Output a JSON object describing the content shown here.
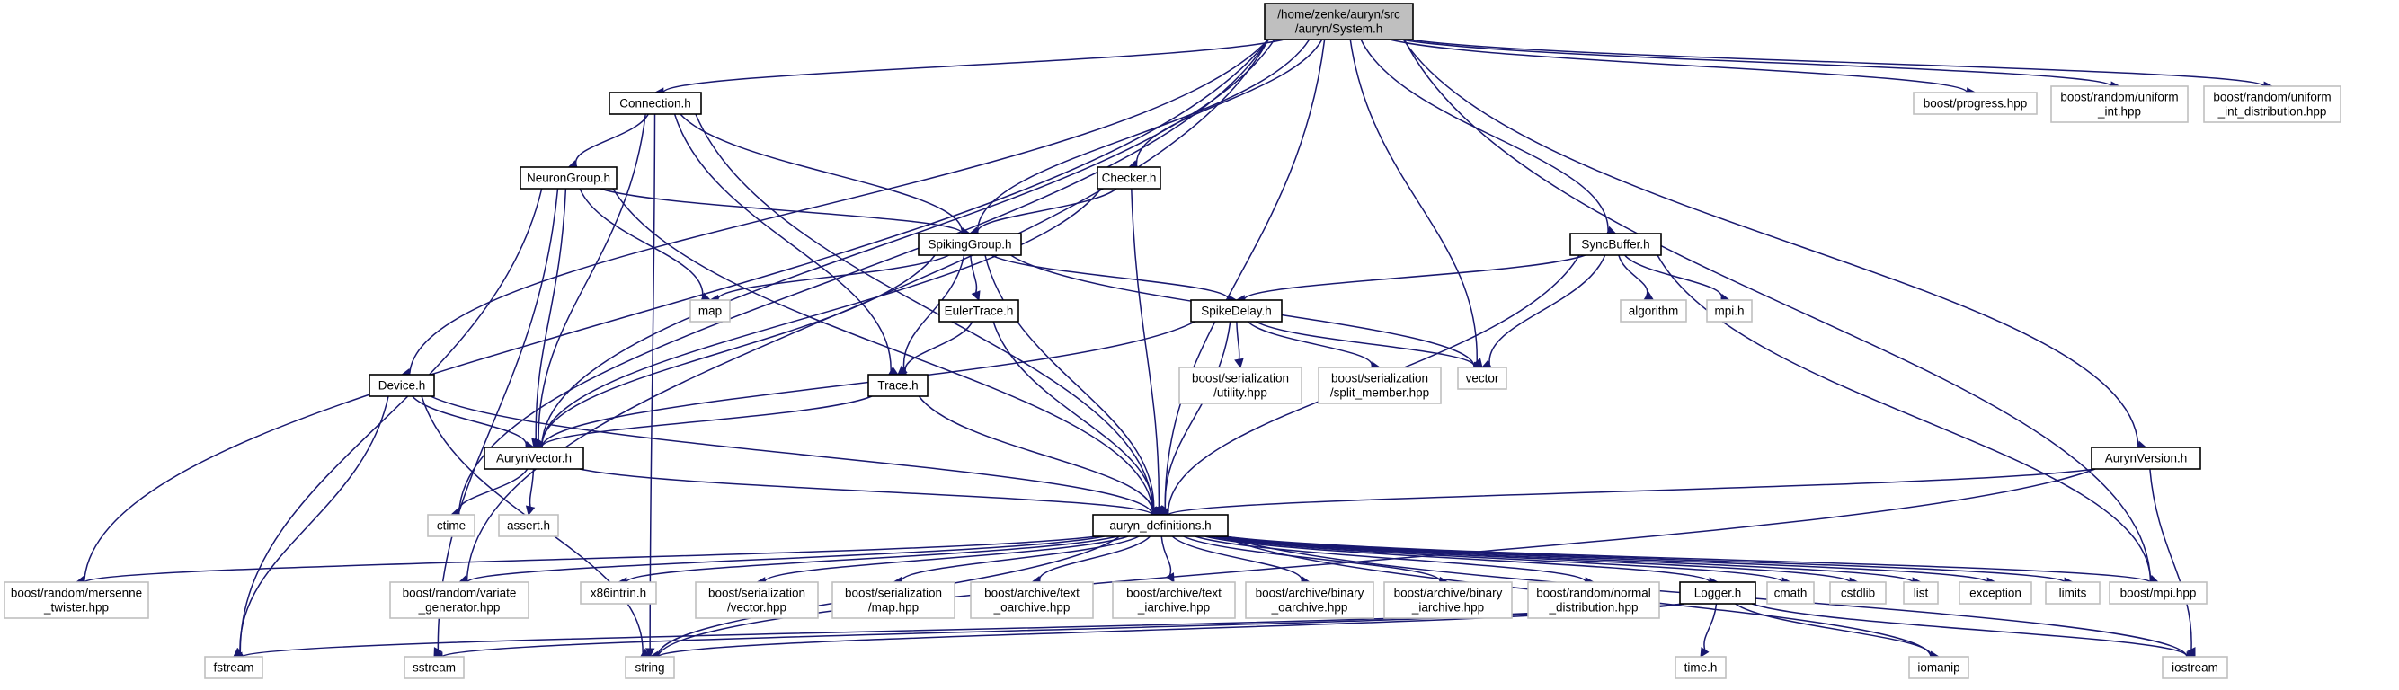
{
  "colors": {
    "edge": "#191970",
    "root_fill": "#bfbfbf",
    "root_stroke": "#000000",
    "node_stroke": "#000000",
    "node_fill": "#ffffff",
    "external_stroke": "#bfbfbf",
    "external_text": "#000000"
  },
  "nodes": [
    {
      "id": "system",
      "kind": "root",
      "lines": [
        "/home/zenke/auryn/src",
        "/auryn/System.h"
      ]
    },
    {
      "id": "connection",
      "kind": "internal",
      "lines": [
        "Connection.h"
      ]
    },
    {
      "id": "neurongroup",
      "kind": "internal",
      "lines": [
        "NeuronGroup.h"
      ]
    },
    {
      "id": "checker",
      "kind": "internal",
      "lines": [
        "Checker.h"
      ]
    },
    {
      "id": "spikinggroup",
      "kind": "internal",
      "lines": [
        "SpikingGroup.h"
      ]
    },
    {
      "id": "synbuffer",
      "kind": "internal",
      "lines": [
        "SyncBuffer.h"
      ]
    },
    {
      "id": "eulertrace",
      "kind": "internal",
      "lines": [
        "EulerTrace.h"
      ]
    },
    {
      "id": "spikedelay",
      "kind": "internal",
      "lines": [
        "SpikeDelay.h"
      ]
    },
    {
      "id": "device",
      "kind": "internal",
      "lines": [
        "Device.h"
      ]
    },
    {
      "id": "trace",
      "kind": "internal",
      "lines": [
        "Trace.h"
      ]
    },
    {
      "id": "aurynvector",
      "kind": "internal",
      "lines": [
        "AurynVector.h"
      ]
    },
    {
      "id": "aurynversion",
      "kind": "internal",
      "lines": [
        "AurynVersion.h"
      ]
    },
    {
      "id": "defs",
      "kind": "internal",
      "lines": [
        "auryn_definitions.h"
      ]
    },
    {
      "id": "logger",
      "kind": "internal",
      "lines": [
        "Logger.h"
      ]
    },
    {
      "id": "progress",
      "kind": "external",
      "lines": [
        "boost/progress.hpp"
      ]
    },
    {
      "id": "unifint",
      "kind": "external",
      "lines": [
        "boost/random/uniform",
        "_int.hpp"
      ]
    },
    {
      "id": "unifintdist",
      "kind": "external",
      "lines": [
        "boost/random/uniform",
        "_int_distribution.hpp"
      ]
    },
    {
      "id": "map",
      "kind": "external",
      "lines": [
        "map"
      ]
    },
    {
      "id": "algorithm",
      "kind": "external",
      "lines": [
        "algorithm"
      ]
    },
    {
      "id": "mpih",
      "kind": "external",
      "lines": [
        "mpi.h"
      ]
    },
    {
      "id": "serutility",
      "kind": "external",
      "lines": [
        "boost/serialization",
        "/utility.hpp"
      ]
    },
    {
      "id": "sersplit",
      "kind": "external",
      "lines": [
        "boost/serialization",
        "/split_member.hpp"
      ]
    },
    {
      "id": "vector",
      "kind": "external",
      "lines": [
        "vector"
      ]
    },
    {
      "id": "ctime",
      "kind": "external",
      "lines": [
        "ctime"
      ]
    },
    {
      "id": "assert",
      "kind": "external",
      "lines": [
        "assert.h"
      ]
    },
    {
      "id": "mersenne",
      "kind": "external",
      "lines": [
        "boost/random/mersenne",
        "_twister.hpp"
      ]
    },
    {
      "id": "variate",
      "kind": "external",
      "lines": [
        "boost/random/variate",
        "_generator.hpp"
      ]
    },
    {
      "id": "x86",
      "kind": "external",
      "lines": [
        "x86intrin.h"
      ]
    },
    {
      "id": "servector",
      "kind": "external",
      "lines": [
        "boost/serialization",
        "/vector.hpp"
      ]
    },
    {
      "id": "sermap",
      "kind": "external",
      "lines": [
        "boost/serialization",
        "/map.hpp"
      ]
    },
    {
      "id": "textoarchive",
      "kind": "external",
      "lines": [
        "boost/archive/text",
        "_oarchive.hpp"
      ]
    },
    {
      "id": "textiarchive",
      "kind": "external",
      "lines": [
        "boost/archive/text",
        "_iarchive.hpp"
      ]
    },
    {
      "id": "binoarchive",
      "kind": "external",
      "lines": [
        "boost/archive/binary",
        "_oarchive.hpp"
      ]
    },
    {
      "id": "biniarchive",
      "kind": "external",
      "lines": [
        "boost/archive/binary",
        "_iarchive.hpp"
      ]
    },
    {
      "id": "normaldist",
      "kind": "external",
      "lines": [
        "boost/random/normal",
        "_distribution.hpp"
      ]
    },
    {
      "id": "cmath",
      "kind": "external",
      "lines": [
        "cmath"
      ]
    },
    {
      "id": "cstdlib",
      "kind": "external",
      "lines": [
        "cstdlib"
      ]
    },
    {
      "id": "list",
      "kind": "external",
      "lines": [
        "list"
      ]
    },
    {
      "id": "exception",
      "kind": "external",
      "lines": [
        "exception"
      ]
    },
    {
      "id": "limits",
      "kind": "external",
      "lines": [
        "limits"
      ]
    },
    {
      "id": "boostmpi",
      "kind": "external",
      "lines": [
        "boost/mpi.hpp"
      ]
    },
    {
      "id": "fstream",
      "kind": "external",
      "lines": [
        "fstream"
      ]
    },
    {
      "id": "sstream",
      "kind": "external",
      "lines": [
        "sstream"
      ]
    },
    {
      "id": "string",
      "kind": "external",
      "lines": [
        "string"
      ]
    },
    {
      "id": "timeh",
      "kind": "external",
      "lines": [
        "time.h"
      ]
    },
    {
      "id": "iomanip",
      "kind": "external",
      "lines": [
        "iomanip"
      ]
    },
    {
      "id": "iostream",
      "kind": "external",
      "lines": [
        "iostream"
      ]
    }
  ],
  "edges": [
    {
      "from": "system",
      "to": "connection"
    },
    {
      "from": "system",
      "to": "checker"
    },
    {
      "from": "system",
      "to": "spikinggroup"
    },
    {
      "from": "system",
      "to": "synbuffer"
    },
    {
      "from": "system",
      "to": "device"
    },
    {
      "from": "system",
      "to": "aurynvector"
    },
    {
      "from": "system",
      "to": "aurynversion"
    },
    {
      "from": "system",
      "to": "defs"
    },
    {
      "from": "system",
      "to": "progress"
    },
    {
      "from": "system",
      "to": "unifint"
    },
    {
      "from": "system",
      "to": "unifintdist"
    },
    {
      "from": "system",
      "to": "vector"
    },
    {
      "from": "system",
      "to": "ctime"
    },
    {
      "from": "system",
      "to": "mersenne"
    },
    {
      "from": "system",
      "to": "variate"
    },
    {
      "from": "system",
      "to": "boostmpi"
    },
    {
      "from": "connection",
      "to": "neurongroup"
    },
    {
      "from": "connection",
      "to": "spikinggroup"
    },
    {
      "from": "connection",
      "to": "trace"
    },
    {
      "from": "connection",
      "to": "aurynvector"
    },
    {
      "from": "connection",
      "to": "defs"
    },
    {
      "from": "connection",
      "to": "string"
    },
    {
      "from": "neurongroup",
      "to": "spikinggroup"
    },
    {
      "from": "neurongroup",
      "to": "map"
    },
    {
      "from": "neurongroup",
      "to": "aurynvector"
    },
    {
      "from": "neurongroup",
      "to": "defs"
    },
    {
      "from": "neurongroup",
      "to": "fstream"
    },
    {
      "from": "neurongroup",
      "to": "sstream"
    },
    {
      "from": "checker",
      "to": "spikinggroup"
    },
    {
      "from": "checker",
      "to": "aurynvector"
    },
    {
      "from": "checker",
      "to": "defs"
    },
    {
      "from": "spikinggroup",
      "to": "map"
    },
    {
      "from": "spikinggroup",
      "to": "eulertrace"
    },
    {
      "from": "spikinggroup",
      "to": "spikedelay"
    },
    {
      "from": "spikinggroup",
      "to": "trace"
    },
    {
      "from": "spikinggroup",
      "to": "aurynvector"
    },
    {
      "from": "spikinggroup",
      "to": "defs"
    },
    {
      "from": "spikinggroup",
      "to": "vector"
    },
    {
      "from": "synbuffer",
      "to": "spikedelay"
    },
    {
      "from": "synbuffer",
      "to": "algorithm"
    },
    {
      "from": "synbuffer",
      "to": "mpih"
    },
    {
      "from": "synbuffer",
      "to": "vector"
    },
    {
      "from": "synbuffer",
      "to": "defs"
    },
    {
      "from": "synbuffer",
      "to": "boostmpi"
    },
    {
      "from": "eulertrace",
      "to": "trace"
    },
    {
      "from": "eulertrace",
      "to": "defs"
    },
    {
      "from": "spikedelay",
      "to": "serutility"
    },
    {
      "from": "spikedelay",
      "to": "sersplit"
    },
    {
      "from": "spikedelay",
      "to": "vector"
    },
    {
      "from": "spikedelay",
      "to": "aurynvector"
    },
    {
      "from": "spikedelay",
      "to": "defs"
    },
    {
      "from": "device",
      "to": "aurynvector"
    },
    {
      "from": "device",
      "to": "defs"
    },
    {
      "from": "device",
      "to": "fstream"
    },
    {
      "from": "device",
      "to": "string"
    },
    {
      "from": "trace",
      "to": "aurynvector"
    },
    {
      "from": "trace",
      "to": "defs"
    },
    {
      "from": "aurynvector",
      "to": "ctime"
    },
    {
      "from": "aurynvector",
      "to": "assert"
    },
    {
      "from": "aurynvector",
      "to": "defs"
    },
    {
      "from": "aurynversion",
      "to": "defs"
    },
    {
      "from": "aurynversion",
      "to": "string"
    },
    {
      "from": "aurynversion",
      "to": "iostream"
    },
    {
      "from": "defs",
      "to": "mersenne"
    },
    {
      "from": "defs",
      "to": "variate"
    },
    {
      "from": "defs",
      "to": "x86"
    },
    {
      "from": "defs",
      "to": "servector"
    },
    {
      "from": "defs",
      "to": "sermap"
    },
    {
      "from": "defs",
      "to": "textoarchive"
    },
    {
      "from": "defs",
      "to": "textiarchive"
    },
    {
      "from": "defs",
      "to": "binoarchive"
    },
    {
      "from": "defs",
      "to": "biniarchive"
    },
    {
      "from": "defs",
      "to": "normaldist"
    },
    {
      "from": "defs",
      "to": "logger"
    },
    {
      "from": "defs",
      "to": "cmath"
    },
    {
      "from": "defs",
      "to": "cstdlib"
    },
    {
      "from": "defs",
      "to": "list"
    },
    {
      "from": "defs",
      "to": "exception"
    },
    {
      "from": "defs",
      "to": "limits"
    },
    {
      "from": "defs",
      "to": "boostmpi"
    },
    {
      "from": "defs",
      "to": "string"
    },
    {
      "from": "defs",
      "to": "iomanip"
    },
    {
      "from": "defs",
      "to": "iostream"
    },
    {
      "from": "logger",
      "to": "fstream"
    },
    {
      "from": "logger",
      "to": "sstream"
    },
    {
      "from": "logger",
      "to": "string"
    },
    {
      "from": "logger",
      "to": "timeh"
    },
    {
      "from": "logger",
      "to": "iomanip"
    },
    {
      "from": "logger",
      "to": "iostream"
    }
  ]
}
